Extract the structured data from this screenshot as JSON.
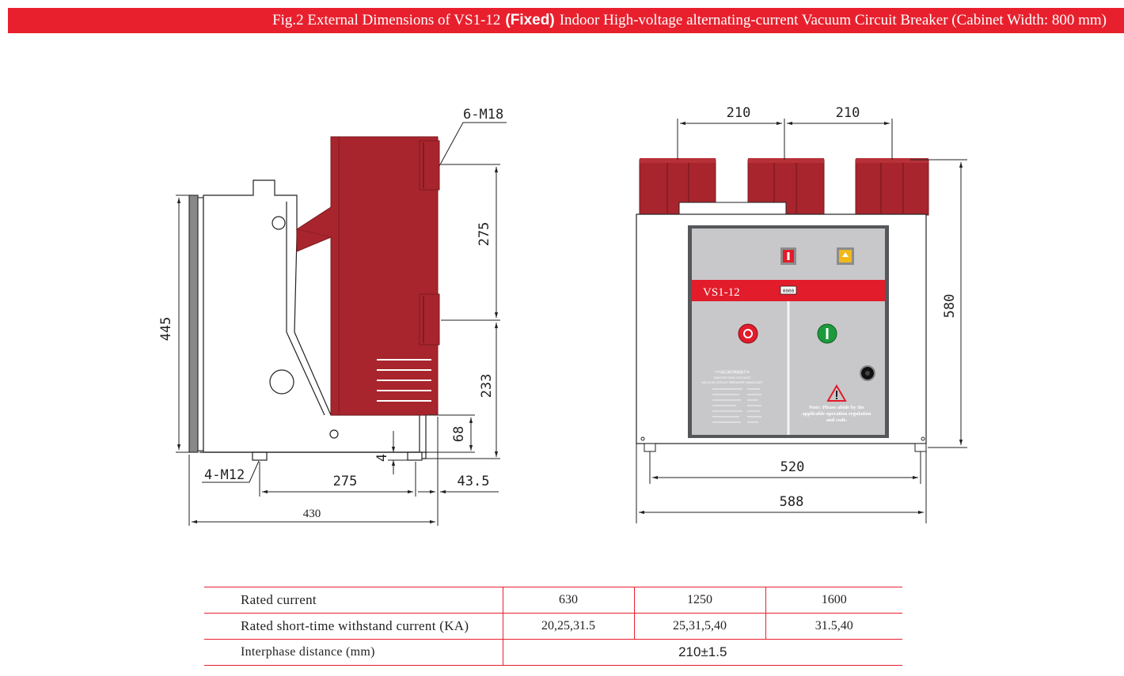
{
  "title": {
    "part1": "Fig.2 External Dimensions of VS1-12",
    "part2": "(Fixed)",
    "part3": "Indoor High-voltage alternating-current Vacuum Circuit Breaker (Cabinet Width: 800 mm)"
  },
  "side_view": {
    "thread_top": "6-M18",
    "dim_275_upper": "275",
    "dim_445": "445",
    "dim_233": "233",
    "dim_68": "68",
    "dim_4": "4",
    "thread_bottom": "4-M12",
    "dim_275_lower": "275",
    "dim_43_5": "43.5",
    "dim_430": "430"
  },
  "front_view": {
    "dim_210_left": "210",
    "dim_210_right": "210",
    "dim_580": "580",
    "dim_520": "520",
    "dim_588": "588",
    "model_label": "VS1-12",
    "counter": "0000",
    "plate_title": "户内高压真空断路器手车",
    "plate_sub1": "INDOOR HIGH VOLTAGE",
    "plate_sub2": "VACUUM CIRCUIT BREAKER HANDCART",
    "note_line1": "Note: Please abide by the",
    "note_line2": "applicable operation regulation",
    "note_line3": "and code."
  },
  "colors": {
    "accent": "#e8202e",
    "insulator": "#a8252d",
    "panel": "#c8c8ca",
    "stripe": "#e21c2a"
  },
  "table": {
    "rows": [
      {
        "label": "Rated current",
        "values": [
          "630",
          "1250",
          "1600"
        ]
      },
      {
        "label": "Rated short-time withstand current (KA)",
        "values": [
          "20,25,31.5",
          "25,31,5,40",
          "31.5,40"
        ]
      },
      {
        "label": "Interphase distance (mm)",
        "value": "210±1.5"
      }
    ]
  }
}
